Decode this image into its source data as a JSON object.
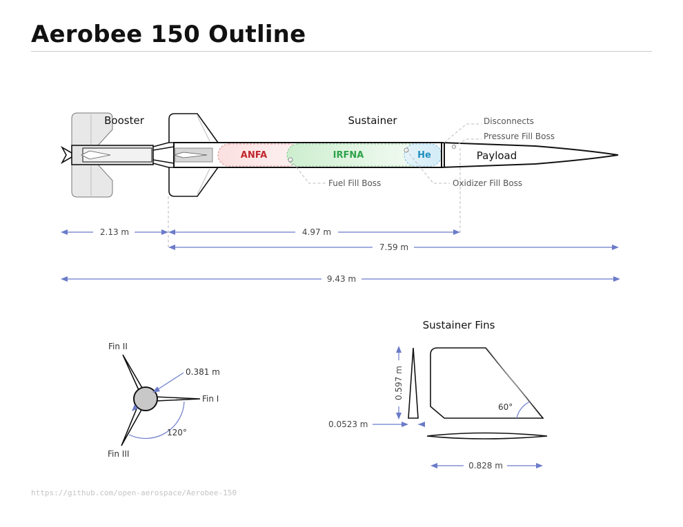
{
  "title": "Aerobee 150 Outline",
  "source_url": "https://github.com/open-aerospace/Aerobee-150",
  "sections": {
    "booster": "Booster",
    "sustainer": "Sustainer",
    "payload": "Payload"
  },
  "tanks": {
    "anfa": "ANFA",
    "irfna": "IRFNA",
    "helium": "He"
  },
  "callouts": {
    "disconnects": "Disconnects",
    "pressure_fill_boss": "Pressure Fill Boss",
    "fuel_fill_boss": "Fuel Fill Boss",
    "oxidizer_fill_boss": "Oxidizer Fill Boss"
  },
  "dimensions": {
    "booster_length": "2.13 m",
    "sustainer_length": "4.97 m",
    "sustainer_payload_length": "7.59 m",
    "overall_length": "9.43 m"
  },
  "fin_layout": {
    "fin_1": "Fin I",
    "fin_2": "Fin II",
    "fin_3": "Fin III",
    "radius": "0.381 m",
    "angle": "120°"
  },
  "sustainer_fins": {
    "title": "Sustainer Fins",
    "span": "0.597 m",
    "thickness": "0.0523 m",
    "root_chord": "0.828 m",
    "sweep_angle": "60°"
  },
  "colors": {
    "dimension": "#6b7bc9",
    "anfa_text": "#c0272d",
    "anfa_fill": "#fbe3e3",
    "irfna_text": "#2ea34a",
    "irfna_fill": "#d9f2dc",
    "helium_text": "#1f8fbf",
    "helium_fill": "#d9eef7"
  }
}
